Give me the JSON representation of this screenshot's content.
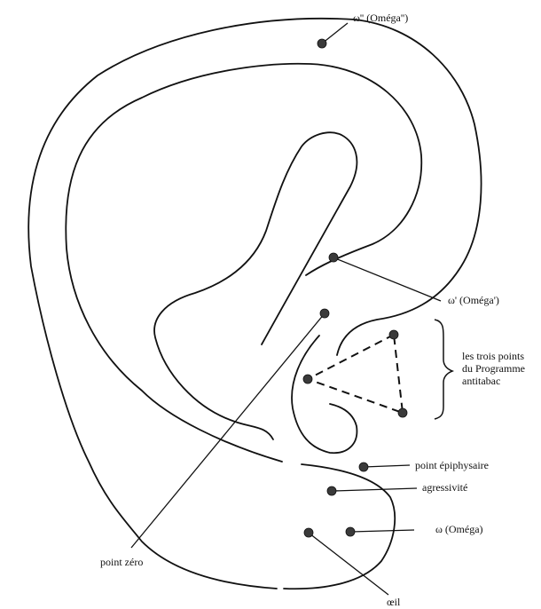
{
  "labels": {
    "omega2": "ω'' (Oméga'')",
    "omega1": "ω' (Oméga')",
    "trois_line1": "les trois points",
    "trois_line2": "du Programme",
    "trois_line3": "antitabac",
    "epiphysaire": "point épiphysaire",
    "agressivite": "agressivité",
    "omega": "ω (Oméga)",
    "zero": "point zéro",
    "oeil": "œil"
  }
}
